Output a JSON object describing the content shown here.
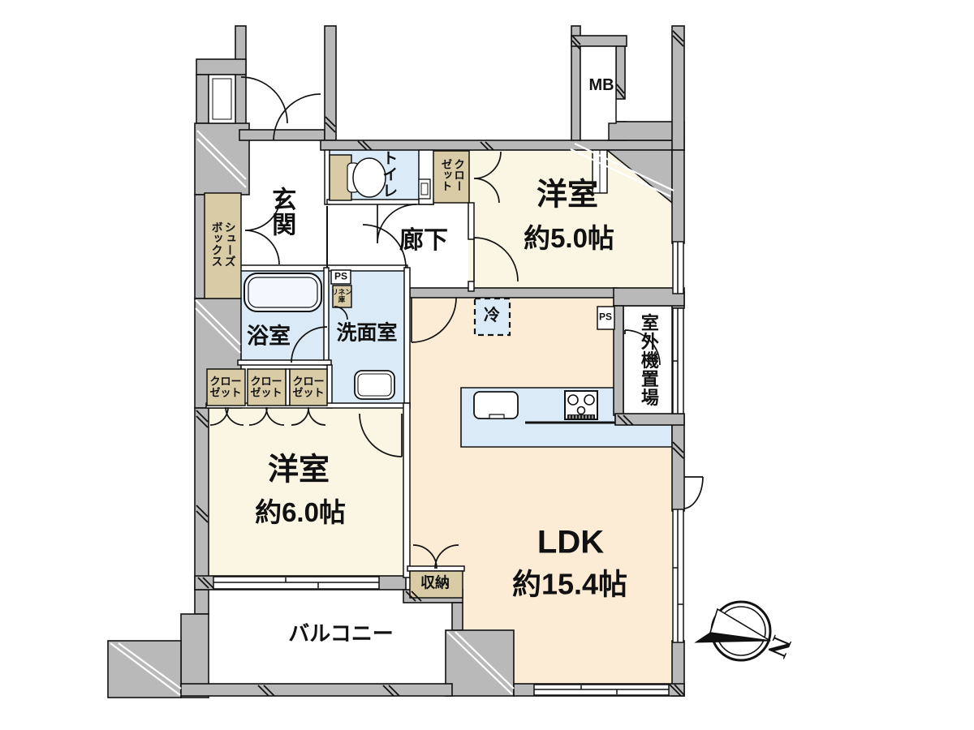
{
  "rooms": {
    "bedroom5": {
      "name": "洋室",
      "size": "約5.0帖"
    },
    "bedroom6": {
      "name": "洋室",
      "size": "約6.0帖"
    },
    "ldk": {
      "name": "LDK",
      "size": "約15.4帖"
    },
    "entrance": {
      "name": "玄関"
    },
    "corridor": {
      "name": "廊下"
    },
    "toilet": {
      "name": "トイレ"
    },
    "bathroom": {
      "name": "浴室"
    },
    "washroom": {
      "name": "洗面室"
    },
    "balcony": {
      "name": "バルコニー"
    },
    "storage": {
      "name": "収納"
    },
    "outdoor_unit": {
      "name": "室外機置場"
    },
    "meter_box": {
      "name": "MB"
    }
  },
  "fixtures": {
    "refrigerator": "冷",
    "pipe_space1": "PS",
    "pipe_space2": "PS",
    "linen_line1": "リネン",
    "linen_line2": "庫"
  },
  "closets": {
    "line1": "クロー",
    "line2": "ゼット",
    "shoes_col_right": "シューズ",
    "shoes_col_left": "ボックス"
  },
  "compass": {
    "north": "N"
  },
  "colors": {
    "wall": "#b9b9b9",
    "western_room": "#faf6e3",
    "ldk": "#fcecd6",
    "wet_area": "#daeaf6",
    "closet": "#d9cba6",
    "line": "#111111"
  }
}
